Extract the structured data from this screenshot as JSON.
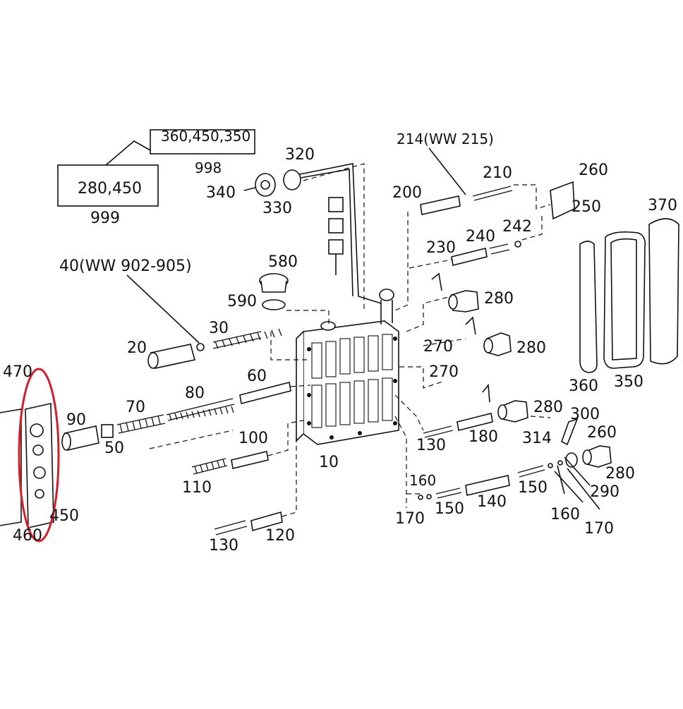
{
  "diagram": {
    "boxes": [
      {
        "text": "280,450",
        "caption": "999"
      },
      {
        "text": "360,450,350",
        "caption": "998"
      }
    ],
    "labels": {
      "l320": "320",
      "l340": "340",
      "l330": "330",
      "l214": "214(WW 215)",
      "l210": "210",
      "l200": "200",
      "l260a": "260",
      "l250": "250",
      "l370": "370",
      "l230": "230",
      "l240": "240",
      "l242": "242",
      "l40": "40(WW 902-905)",
      "l580": "580",
      "l590": "590",
      "l280a": "280",
      "l280b": "280",
      "l280c": "280",
      "l280d": "280",
      "l270a": "270",
      "l270b": "270",
      "l20": "20",
      "l30": "30",
      "l60": "60",
      "l470": "470",
      "l90": "90",
      "l70": "70",
      "l80": "80",
      "l50": "50",
      "l100": "100",
      "l110": "110",
      "l10": "10",
      "l130a": "130",
      "l180": "180",
      "l300": "300",
      "l314": "314",
      "l260b": "260",
      "l290": "290",
      "l160a": "160",
      "l150a": "150",
      "l140": "140",
      "l150b": "150",
      "l160b": "160",
      "l170a": "170",
      "l170b": "170",
      "l360": "360",
      "l350": "350",
      "l450": "450",
      "l460": "460",
      "l120": "120",
      "l130b": "130"
    },
    "highlight_color": "#d21f2b"
  }
}
